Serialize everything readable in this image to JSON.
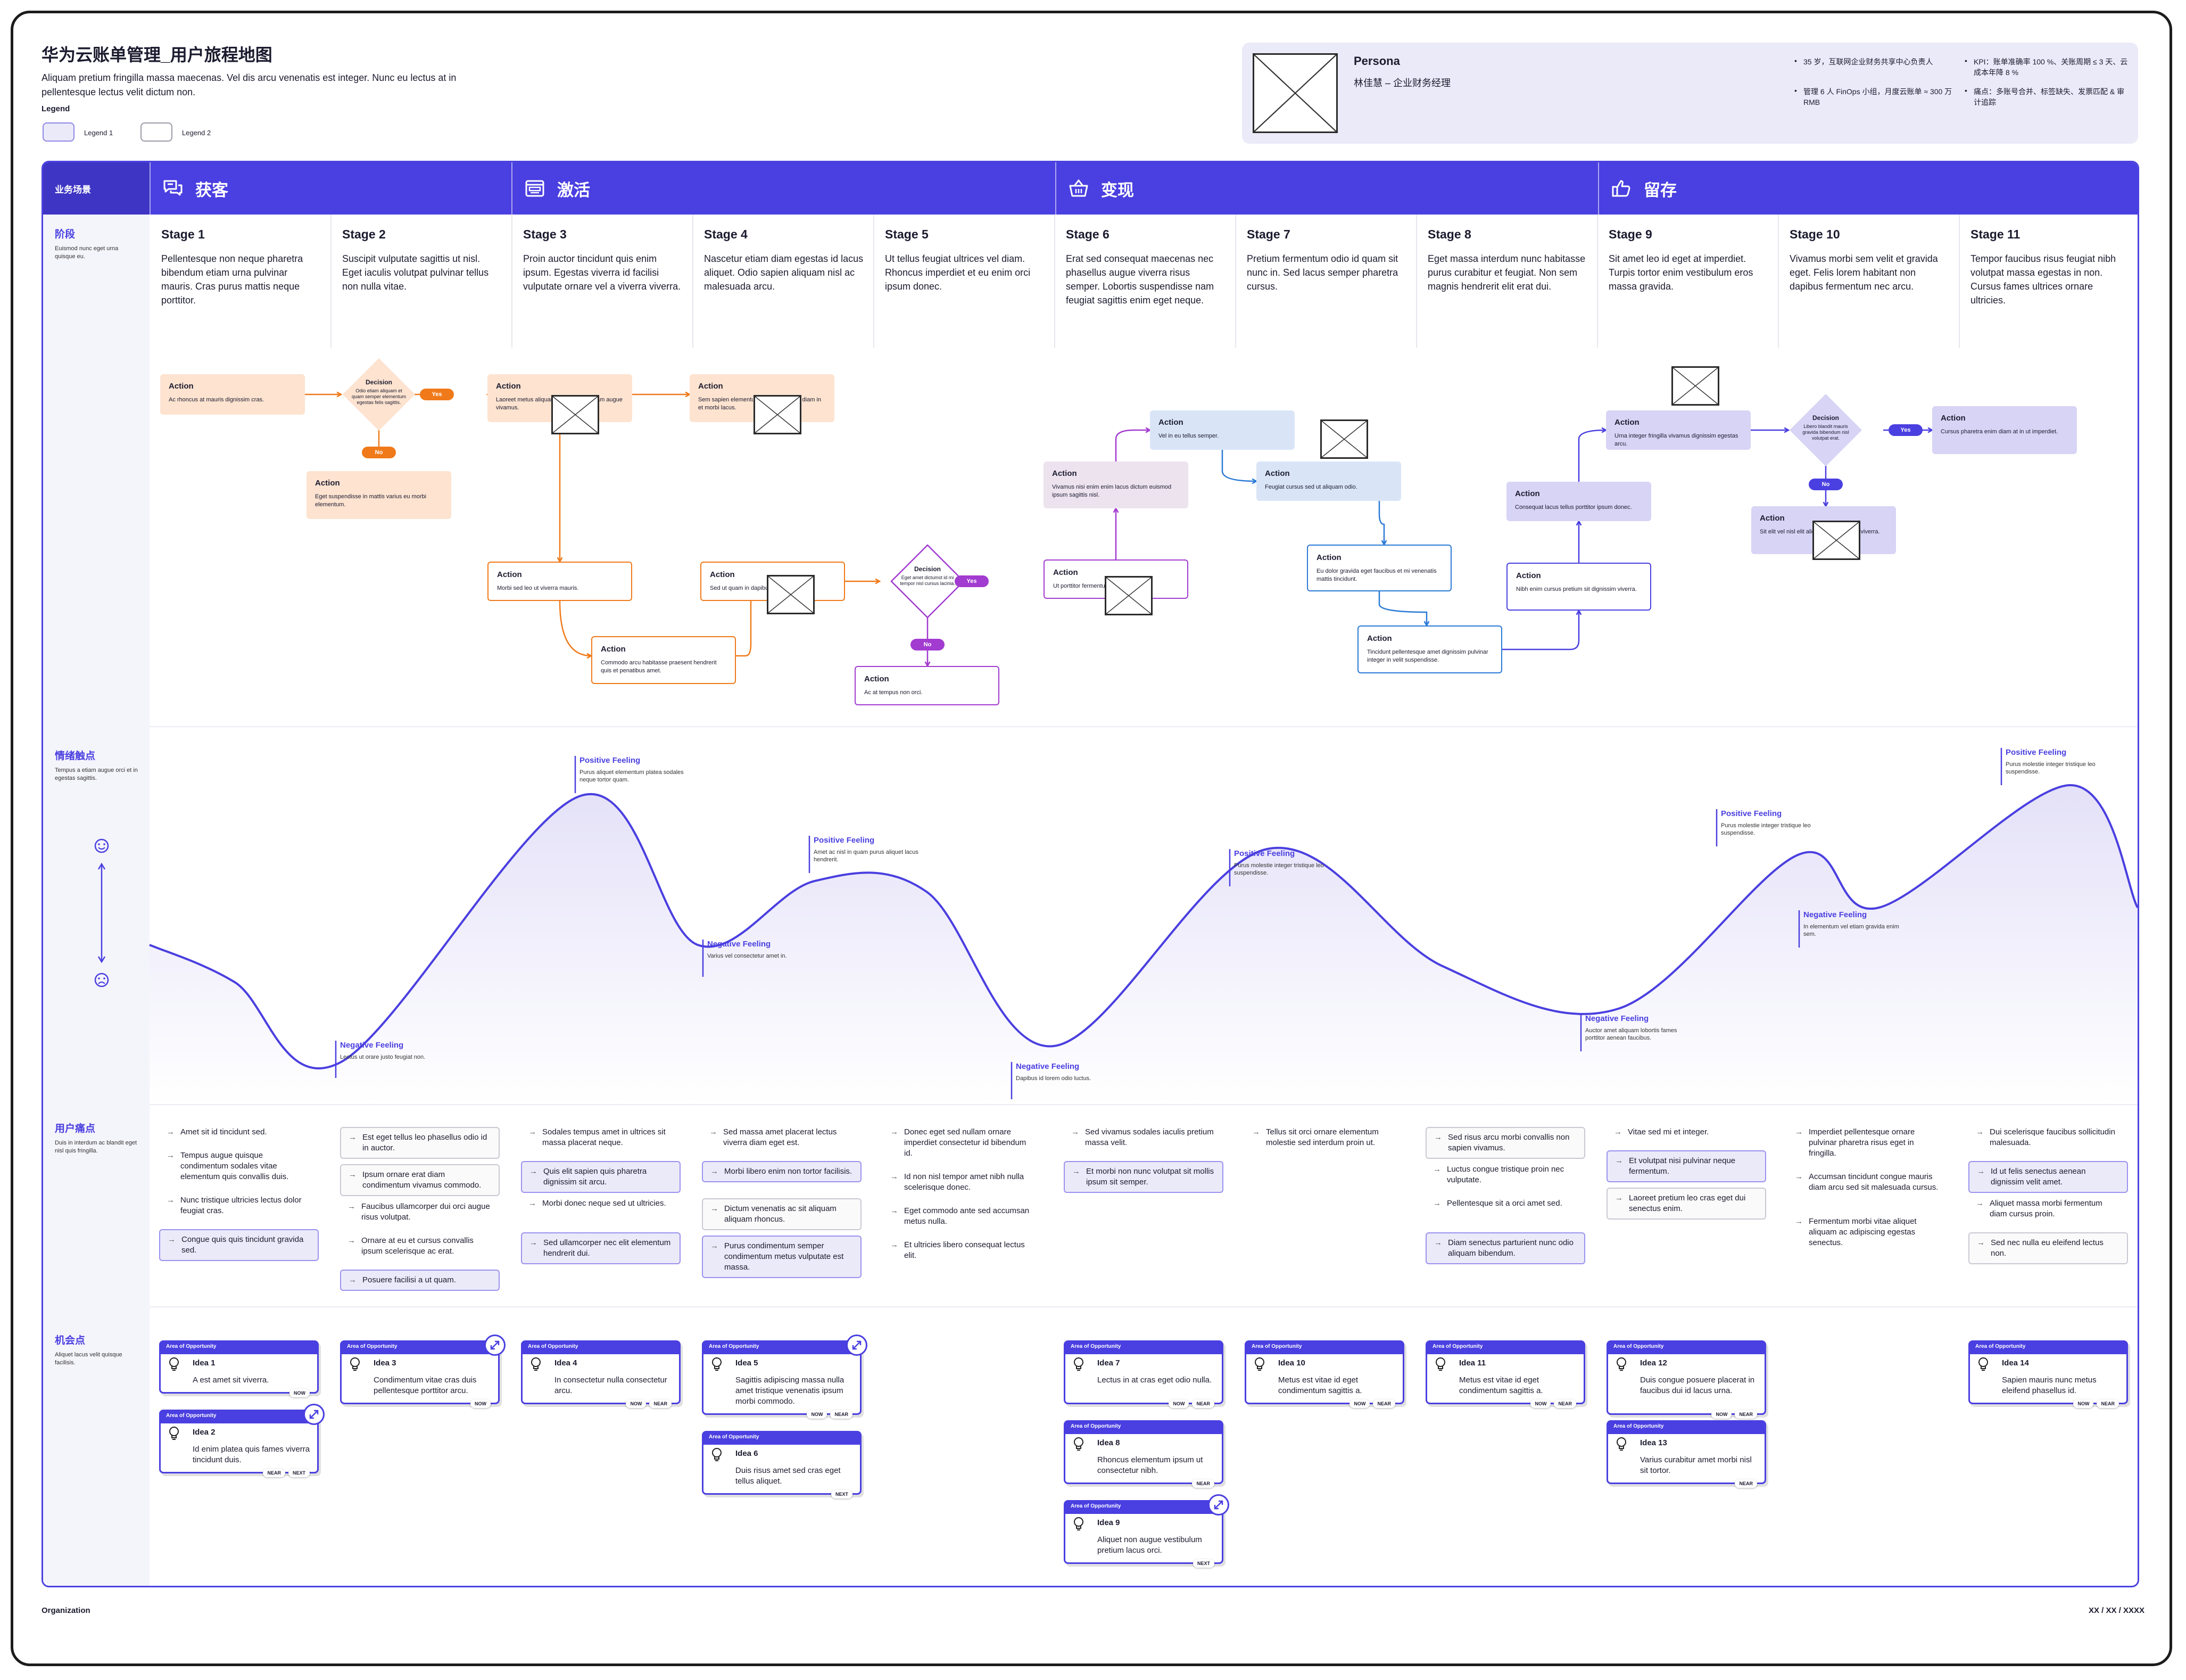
{
  "title": "华为云账单管理_用户旅程地图",
  "subtitle": "Aliquam pretium fringilla massa maecenas. Vel dis arcu venenatis est integer. Nunc eu lectus at in pellentesque lectus velit dictum non.",
  "legend": {
    "title": "Legend",
    "items": [
      "Legend 1",
      "Legend 2"
    ]
  },
  "persona": {
    "label": "Persona",
    "role": "林佳慧 – 企业财务经理",
    "facts": [
      "35 岁，互联网企业财务共享中心负责人",
      "管理 6 人 FinOps 小组，月度云账单 ≈ 300 万 RMB",
      "KPI：账单准确率 100 %、关账周期 ≤ 3 天、云成本年降 8 %",
      "痛点：多账号合并、标签缺失、发票匹配 & 审计追踪"
    ]
  },
  "header": {
    "scenario_label": "业务场景",
    "phases": [
      {
        "label": "获客",
        "icon": "chat-icon"
      },
      {
        "label": "激活",
        "icon": "browser-icon"
      },
      {
        "label": "变现",
        "icon": "basket-icon"
      },
      {
        "label": "留存",
        "icon": "thumbs-up-icon"
      }
    ]
  },
  "rows": {
    "stage": {
      "label": "阶段",
      "desc": "Euismod nunc eget urna quisque eu."
    },
    "emotion": {
      "label": "情绪触点",
      "desc": "Tempus a etiam augue orci et in egestas sagittis."
    },
    "pain": {
      "label": "用户痛点",
      "desc": "Duis in interdum ac blandit eget nisl quis fringilla."
    },
    "opportunity": {
      "label": "机会点",
      "desc": "Aliquet lacus velit quisque facilisis."
    }
  },
  "stages": [
    {
      "name": "Stage 1",
      "desc": "Pellentesque non neque pharetra bibendum etiam urna pulvinar mauris. Cras purus mattis neque porttitor."
    },
    {
      "name": "Stage 2",
      "desc": "Suscipit vulputate sagittis ut nisl. Eget iaculis volutpat pulvinar tellus non nulla vitae."
    },
    {
      "name": "Stage 3",
      "desc": "Proin auctor tincidunt quis enim ipsum. Egestas viverra id facilisi vulputate ornare vel a viverra viverra."
    },
    {
      "name": "Stage 4",
      "desc": "Nascetur etiam diam egestas id lacus aliquet. Odio sapien aliquam nisl ac malesuada arcu."
    },
    {
      "name": "Stage 5",
      "desc": "Ut tellus feugiat ultrices vel diam. Rhoncus imperdiet et eu enim orci ipsum donec."
    },
    {
      "name": "Stage 6",
      "desc": "Erat sed consequat maecenas nec phasellus augue viverra risus semper. Lobortis suspendisse nam feugiat sagittis enim eget neque."
    },
    {
      "name": "Stage 7",
      "desc": "Pretium fermentum odio id quam sit nunc in. Sed lacus semper pharetra cursus."
    },
    {
      "name": "Stage 8",
      "desc": "Eget massa interdum nunc habitasse purus curabitur et feugiat. Non sem magnis hendrerit elit erat dui."
    },
    {
      "name": "Stage 9",
      "desc": "Sit amet leo id eget at imperdiet. Turpis tortor enim vestibulum eros massa gravida."
    },
    {
      "name": "Stage 10",
      "desc": "Vivamus morbi sem velit et gravida eget. Felis lorem habitant non dapibus fermentum nec arcu."
    },
    {
      "name": "Stage 11",
      "desc": "Tempor faucibus risus feugiat nibh volutpat massa egestas in non. Cursus fames ultrices ornare ultricies."
    }
  ],
  "flow": {
    "action_label": "Action",
    "decision_label": "Decision",
    "yes_label": "Yes",
    "no_label": "No",
    "actions": [
      "Ac rhoncus at mauris dignissim cras.",
      "Eget suspendisse in mattis varius eu morbi elementum.",
      "Laoreet metus aliquam dui faucibus quam augue vivamus.",
      "Sem sapien elementum diam venenatis diam in et morbi lacus.",
      "Morbi sed leo ut viverra mauris.",
      "Commodo arcu habitasse praesent hendrerit quis et penatibus amet.",
      "Sed ut quam in dapibus.",
      "Ac at tempus non orci.",
      "Vivamus nisi enim enim lacus dictum euismod ipsum sagittis nisl.",
      "Vel in eu tellus semper.",
      "Feugiat cursus sed ut aliquam odio.",
      "Ut porttitor fermentum eros amet id.",
      "Eu dolor gravida eget faucibus et mi venenatis mattis tincidunt.",
      "Tincidunt pellentesque amet dignissim pulvinar integer in velit suspendisse.",
      "Urna integer fringilla vivamus dignissim egestas arcu.",
      "Consequat lacus tellus porttitor ipsum donec.",
      "Nibh enim cursus pretium sit dignissim viverra.",
      "Cursus pharetra enim diam at in ut imperdiet.",
      "Sit elit vel nisl elit aliquet vivamus id at viverra."
    ],
    "decisions": [
      "Odio etiam aliquam et quam semper elementum egestas felis sagittis.",
      "Eget amet dictumst id mi tempor nisl cursus lacinia.",
      "Libero blandit mauris gravida bibendum nisl volutpat erat."
    ]
  },
  "emotions": [
    {
      "type": "Negative Feeling",
      "text": "Lectus ut orare justo feugiat non."
    },
    {
      "type": "Positive Feeling",
      "text": "Purus aliquet elementum platea sodales neque tortor quam."
    },
    {
      "type": "Negative Feeling",
      "text": "Varius vel consectetur amet in."
    },
    {
      "type": "Positive Feeling",
      "text": "Amet ac nisl in quam purus aliquet lacus hendrerit."
    },
    {
      "type": "Negative Feeling",
      "text": "Dapibus id lorem odio luctus."
    },
    {
      "type": "Positive Feeling",
      "text": "Purus molestie integer tristique leo suspendisse."
    },
    {
      "type": "Negative Feeling",
      "text": "Auctor amet aliquam lobortis fames porttitor aenean faucibus."
    },
    {
      "type": "Positive Feeling",
      "text": "Purus molestie integer tristique leo suspendisse."
    },
    {
      "type": "Negative Feeling",
      "text": "In elementum vel etiam gravida enim sem."
    },
    {
      "type": "Positive Feeling",
      "text": "Purus molestie integer tristique leo suspendisse."
    }
  ],
  "pains": [
    [
      {
        "t": "Amet sit id tincidunt sed.",
        "s": "text"
      },
      {
        "t": "Tempus augue quisque condimentum sodales vitae elementum quis convallis duis.",
        "s": "text"
      },
      {
        "t": "Nunc tristique ultricies lectus dolor feugiat cras.",
        "s": "text"
      },
      {
        "t": "Congue quis quis tincidunt gravida sed.",
        "s": "purple"
      }
    ],
    [
      {
        "t": "Est eget tellus leo phasellus odio id in auctor.",
        "s": "box"
      },
      {
        "t": "Ipsum ornare erat diam condimentum vivamus commodo.",
        "s": "box"
      },
      {
        "t": "Faucibus ullamcorper dui orci augue risus volutpat.",
        "s": "text"
      },
      {
        "t": "Ornare at eu et cursus convallis ipsum scelerisque ac erat.",
        "s": "text"
      },
      {
        "t": "Posuere facilisi a ut quam.",
        "s": "purple"
      }
    ],
    [
      {
        "t": "Sodales tempus amet in ultrices sit massa placerat neque.",
        "s": "text"
      },
      {
        "t": "Quis elit sapien quis pharetra dignissim sit arcu.",
        "s": "purple"
      },
      {
        "t": "Morbi donec neque sed ut ultricies.",
        "s": "text"
      },
      {
        "t": "Sed ullamcorper nec elit elementum hendrerit dui.",
        "s": "purple"
      }
    ],
    [
      {
        "t": "Sed massa amet placerat lectus viverra diam eget est.",
        "s": "text"
      },
      {
        "t": "Morbi libero enim non tortor facilisis.",
        "s": "purple"
      },
      {
        "t": "Dictum venenatis ac sit aliquam aliquam rhoncus.",
        "s": "box"
      },
      {
        "t": "Purus condimentum semper condimentum metus vulputate est massa.",
        "s": "purple"
      }
    ],
    [
      {
        "t": "Donec eget sed nullam ornare imperdiet consectetur id bibendum id.",
        "s": "text"
      },
      {
        "t": "Id non nisl tempor amet nibh nulla scelerisque donec.",
        "s": "text"
      },
      {
        "t": "Eget commodo ante sed accumsan metus nulla.",
        "s": "text"
      },
      {
        "t": "Et ultricies libero consequat lectus elit.",
        "s": "text"
      }
    ],
    [
      {
        "t": "Sed vivamus sodales iaculis pretium massa velit.",
        "s": "text"
      },
      {
        "t": "Et morbi non nunc volutpat sit mollis ipsum sit semper.",
        "s": "purple"
      }
    ],
    [
      {
        "t": "Tellus sit orci ornare elementum molestie sed interdum proin ut.",
        "s": "text"
      }
    ],
    [
      {
        "t": "Sed risus arcu morbi convallis non sapien vivamus.",
        "s": "box"
      },
      {
        "t": "Luctus congue tristique proin nec vulputate.",
        "s": "text"
      },
      {
        "t": "Pellentesque sit a orci amet sed.",
        "s": "text"
      },
      {
        "t": "Diam senectus parturient nunc odio aliquam bibendum.",
        "s": "purple"
      }
    ],
    [
      {
        "t": "Vitae sed mi et integer.",
        "s": "text"
      },
      {
        "t": "Et volutpat nisi pulvinar neque fermentum.",
        "s": "purple"
      },
      {
        "t": "Laoreet pretium leo cras eget dui senectus enim.",
        "s": "box"
      }
    ],
    [
      {
        "t": "Imperdiet pellentesque ornare pulvinar pharetra risus eget in fringilla.",
        "s": "text"
      },
      {
        "t": "Accumsan tincidunt congue mauris diam arcu sed sit malesuada cursus.",
        "s": "text"
      },
      {
        "t": "Fermentum morbi vitae aliquet aliquam ac adipiscing egestas senectus.",
        "s": "text"
      }
    ],
    [
      {
        "t": "Dui scelerisque faucibus sollicitudin malesuada.",
        "s": "text"
      },
      {
        "t": "Id ut felis senectus aenean dignissim velit amet.",
        "s": "purple"
      },
      {
        "t": "Aliquet massa morbi fermentum diam cursus proin.",
        "s": "text"
      },
      {
        "t": "Sed nec nulla eu eleifend lectus non.",
        "s": "box"
      }
    ]
  ],
  "ideas_header": "Area of Opportunity",
  "ideas": [
    {
      "name": "Idea 1",
      "text": "A est amet sit viverra.",
      "tags": [
        "NOW"
      ]
    },
    {
      "name": "Idea 2",
      "text": "Id enim platea quis fames viverra tincidunt duis.",
      "tags": [
        "NEAR",
        "NEXT"
      ],
      "expand": true
    },
    {
      "name": "Idea 3",
      "text": "Condimentum vitae cras duis pellentesque porttitor arcu.",
      "tags": [
        "NOW"
      ],
      "expand": true
    },
    {
      "name": "Idea 4",
      "text": "In consectetur nulla consectetur arcu.",
      "tags": [
        "NOW",
        "NEAR"
      ]
    },
    {
      "name": "Idea 5",
      "text": "Sagittis adipiscing massa nulla amet tristique venenatis ipsum morbi commodo.",
      "tags": [
        "NOW",
        "NEAR"
      ],
      "expand": true
    },
    {
      "name": "Idea 6",
      "text": "Duis risus amet sed cras eget tellus aliquet.",
      "tags": [
        "NEXT"
      ]
    },
    {
      "name": "Idea 7",
      "text": "Lectus in at cras eget odio nulla.",
      "tags": [
        "NOW",
        "NEAR"
      ]
    },
    {
      "name": "Idea 8",
      "text": "Rhoncus elementum ipsum ut consectetur nibh.",
      "tags": [
        "NEAR"
      ]
    },
    {
      "name": "Idea 9",
      "text": "Aliquet non augue vestibulum pretium lacus orci.",
      "tags": [
        "NEXT"
      ],
      "expand": true
    },
    {
      "name": "Idea 10",
      "text": "Metus est vitae id eget condimentum sagittis a.",
      "tags": [
        "NOW",
        "NEAR"
      ]
    },
    {
      "name": "Idea 11",
      "text": "Metus est vitae id eget condimentum sagittis a.",
      "tags": [
        "NOW",
        "NEAR"
      ]
    },
    {
      "name": "Idea 12",
      "text": "Duis congue posuere placerat in faucibus dui id lacus urna.",
      "tags": [
        "NOW",
        "NEAR"
      ]
    },
    {
      "name": "Idea 13",
      "text": "Varius curabitur amet morbi nisl sit tortor.",
      "tags": [
        "NEAR"
      ]
    },
    {
      "name": "Idea 14",
      "text": "Sapien mauris nunc metus eleifend phasellus id.",
      "tags": [
        "NOW",
        "NEAR"
      ]
    }
  ],
  "footer": {
    "organization": "Organization",
    "date": "XX / XX / XXXX"
  },
  "colors": {
    "accent": "#4a3fe0",
    "orange": "#f07a1a",
    "purple": "#a23bd0",
    "blue": "#2a7ad6",
    "indigo": "#4a3fe0"
  }
}
